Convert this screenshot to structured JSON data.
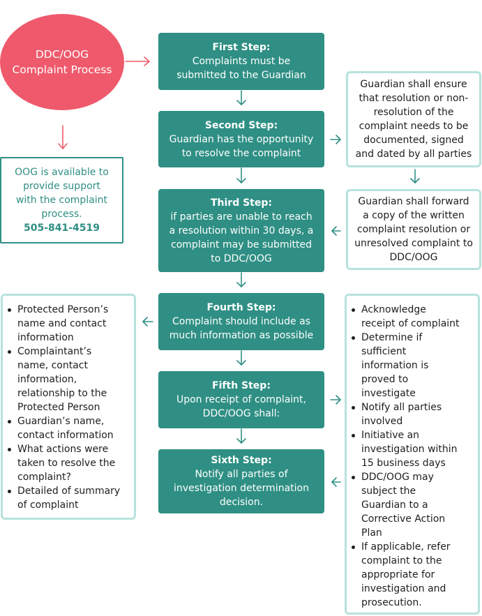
{
  "colors": {
    "circle": "#ee5a6c",
    "step": "#2f8f84",
    "note_border": "#b8e2dd",
    "support_border": "#2f8f84",
    "arrow_teal": "#2f8f84",
    "arrow_red": "#ee5a6c"
  },
  "process": {
    "title_line1": "DDC/OOG",
    "title_line2": "Complaint Process"
  },
  "support": {
    "line1": "OOG is available to",
    "line2": "provide support",
    "line3": "with the complaint",
    "line4": "process.",
    "phone": "505-841-4519"
  },
  "steps": [
    {
      "title": "First Step:",
      "lines": [
        "Complaints must be",
        "submitted to the Guardian"
      ]
    },
    {
      "title": "Second Step:",
      "lines": [
        "Guardian has the opportunity",
        "to resolve the complaint"
      ]
    },
    {
      "title": "Third Step:",
      "lines": [
        "if parties are unable to reach",
        "a resolution within 30 days, a",
        "complaint may be submitted",
        "to DDC/OOG"
      ]
    },
    {
      "title": "Fourth Step:",
      "lines": [
        "Complaint should include as",
        "much information as possible"
      ]
    },
    {
      "title": "Fifth Step:",
      "lines": [
        "Upon receipt of complaint,",
        "DDC/OOG shall:"
      ]
    },
    {
      "title": "Sixth Step:",
      "lines": [
        "Notify all parties of",
        "investigation determination",
        "decision."
      ]
    }
  ],
  "notes": {
    "resolution": [
      "Guardian shall ensure",
      "that resolution or non-",
      "resolution of the",
      "complaint needs to be",
      "documented, signed",
      "and dated by all parties"
    ],
    "forward": [
      "Guardian shall forward",
      "a copy of the written",
      "complaint resolution or",
      "unresolved complaint to",
      "DDC/OOG"
    ],
    "info_items": [
      [
        "Protected Person’s",
        "name and contact",
        "information"
      ],
      [
        "Complaintant’s",
        "name, contact",
        "information,",
        "relationship to the",
        "Protected Person"
      ],
      [
        "Guardian’s name,",
        "contact information"
      ],
      [
        "What actions were",
        "taken to resolve the",
        "complaint?"
      ],
      [
        "Detailed of summary",
        "of complaint"
      ]
    ],
    "actions_items": [
      [
        "Acknowledge",
        "receipt of complaint"
      ],
      [
        "Determine if",
        "sufficient",
        "information is",
        "proved to",
        "investigate"
      ],
      [
        "Notify all parties",
        "involved"
      ],
      [
        "Initiative an",
        "investigation within",
        "15 business days"
      ],
      [
        "DDC/OOG may",
        "subject the",
        "Guardian to a",
        "Corrective Action",
        "Plan"
      ],
      [
        "If applicable, refer",
        "complaint to the",
        "appropriate for",
        "investigation and",
        "prosecution."
      ]
    ]
  }
}
